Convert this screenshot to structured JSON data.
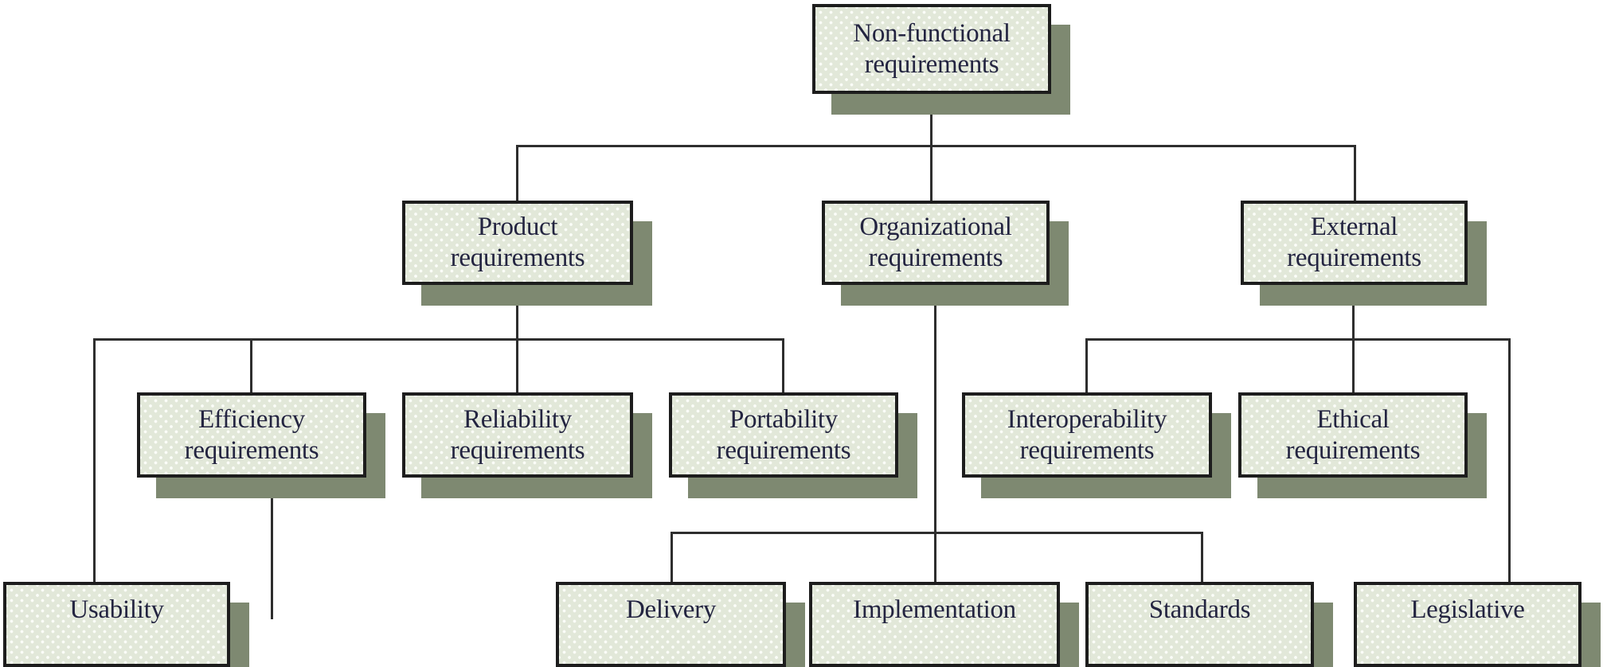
{
  "diagram": {
    "type": "tree-diagram",
    "root_label": "Non-functional requirements",
    "nodes": [
      {
        "id": "non-functional",
        "label": "Non-functional\nrequirements"
      },
      {
        "id": "product",
        "label": "Product\nrequirements"
      },
      {
        "id": "organizational",
        "label": "Organizational\nrequirements"
      },
      {
        "id": "external",
        "label": "External\nrequirements"
      },
      {
        "id": "efficiency",
        "label": "Efficiency\nrequirements"
      },
      {
        "id": "reliability",
        "label": "Reliability\nrequirements"
      },
      {
        "id": "portability",
        "label": "Portability\nrequirements"
      },
      {
        "id": "interoperability",
        "label": "Interoperability\nrequirements"
      },
      {
        "id": "ethical",
        "label": "Ethical\nrequirements"
      },
      {
        "id": "usability",
        "label": "Usability"
      },
      {
        "id": "delivery",
        "label": "Delivery"
      },
      {
        "id": "implementation",
        "label": "Implementation"
      },
      {
        "id": "standards",
        "label": "Standards"
      },
      {
        "id": "legislative",
        "label": "Legislative"
      }
    ],
    "edges": [
      {
        "from": "non-functional",
        "to": "product"
      },
      {
        "from": "non-functional",
        "to": "organizational"
      },
      {
        "from": "non-functional",
        "to": "external"
      },
      {
        "from": "product",
        "to": "efficiency"
      },
      {
        "from": "product",
        "to": "reliability"
      },
      {
        "from": "product",
        "to": "portability"
      },
      {
        "from": "product",
        "to": "usability"
      },
      {
        "from": "organizational",
        "to": "delivery"
      },
      {
        "from": "organizational",
        "to": "implementation"
      },
      {
        "from": "organizational",
        "to": "standards"
      },
      {
        "from": "external",
        "to": "interoperability"
      },
      {
        "from": "external",
        "to": "ethical"
      },
      {
        "from": "external",
        "to": "legislative"
      }
    ],
    "colors": {
      "box_fill": "#e2e8d9",
      "box_border": "#1d1d1d",
      "box_shadow": "#7e8971",
      "connector_line": "#2e2e2e",
      "text": "#232440",
      "background": "#ffffff"
    }
  }
}
